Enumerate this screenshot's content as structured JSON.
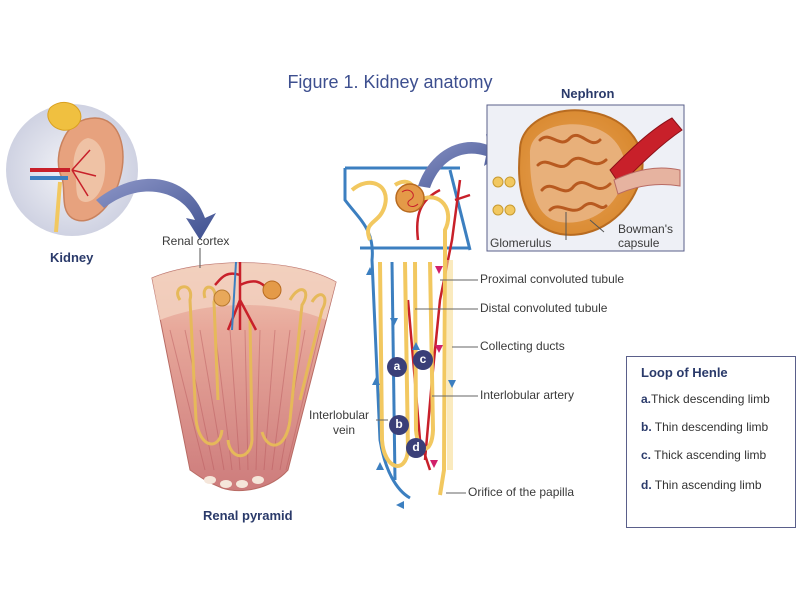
{
  "title": "Figure 1. Kidney anatomy",
  "labels": {
    "kidney": "Kidney",
    "nephron": "Nephron",
    "renal_cortex": "Renal cortex",
    "renal_pyramid": "Renal pyramid",
    "glomerulus": "Glomerulus",
    "bowmans_capsule_line1": "Bowman's",
    "bowmans_capsule_line2": "capsule",
    "proximal_tubule": "Proximal convoluted tubule",
    "distal_tubule": "Distal convoluted tubule",
    "collecting_ducts": "Collecting ducts",
    "interlobular_artery": "Interlobular artery",
    "interlobular_vein_line1": "Interlobular",
    "interlobular_vein_line2": "vein",
    "orifice_papilla": "Orifice of the papilla"
  },
  "markers": [
    "a",
    "c",
    "b",
    "d"
  ],
  "legend": {
    "title": "Loop of Henle",
    "items": [
      {
        "key": "a.",
        "text": "Thick descending limb"
      },
      {
        "key": "b.",
        "text": "Thin descending limb"
      },
      {
        "key": "c.",
        "text": "Thick ascending limb"
      },
      {
        "key": "d.",
        "text": "Thin ascending limb"
      }
    ]
  },
  "colors": {
    "title": "#3d4f8f",
    "artery": "#c8202a",
    "vein": "#3c7fc0",
    "tubule": "#f2c860",
    "marker": "#3a3f78"
  }
}
